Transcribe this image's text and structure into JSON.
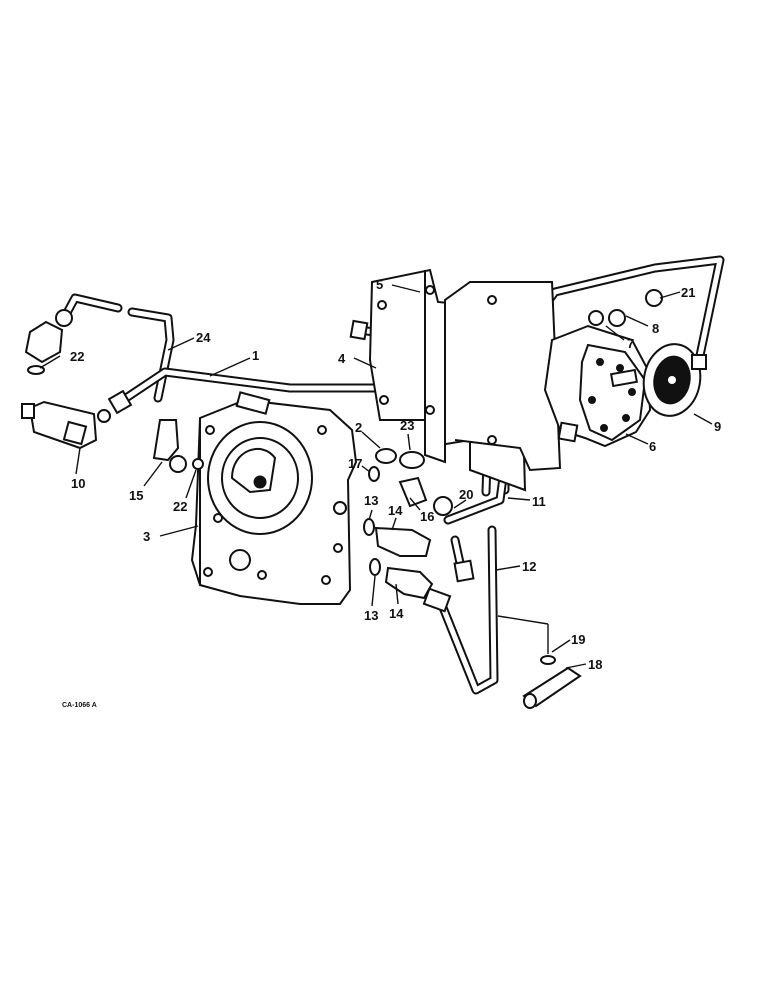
{
  "callouts": [
    "1",
    "2",
    "3",
    "4",
    "5",
    "6",
    "7",
    "8",
    "9",
    "10",
    "11",
    "12",
    "13",
    "13",
    "14",
    "14",
    "15",
    "16",
    "17",
    "18",
    "19",
    "20",
    "21",
    "22",
    "22",
    "23",
    "24"
  ],
  "figure_code": "CA-1066 A"
}
